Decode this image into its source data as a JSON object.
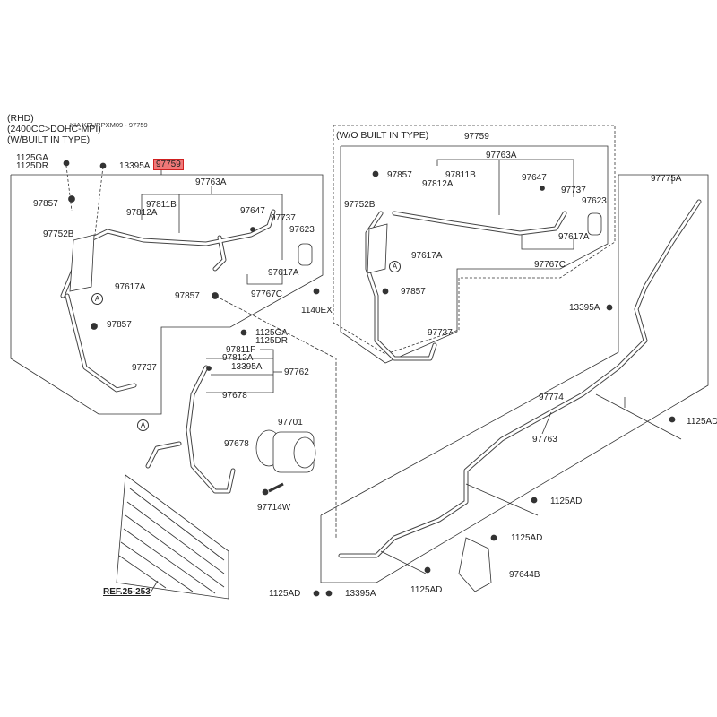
{
  "header": {
    "lines": [
      "(RHD)",
      "(2400CC>DOHC-MPI)",
      "(W/BUILT IN TYPE)"
    ],
    "watermark": "KIA KEURPXM09 - 97759",
    "highlighted_part": "97759",
    "highlight_color": "#f07878"
  },
  "left_group": {
    "labels": [
      "1125GA",
      "1125DR",
      "13395A",
      "97763A",
      "97811B",
      "97812A",
      "97647",
      "97737",
      "97623",
      "97857",
      "97752B",
      "97617A",
      "A",
      "97857",
      "97617A",
      "97767C",
      "97857",
      "1140EX",
      "1125GA",
      "1125DR"
    ]
  },
  "middle_group": {
    "labels": [
      "97737",
      "97811F",
      "97812A",
      "13395A",
      "97762",
      "97678",
      "97701",
      "97678",
      "97714W",
      "A"
    ],
    "ref": "REF.25-253"
  },
  "inset": {
    "title": "(W/O BUILT IN TYPE)",
    "labels": [
      "97759",
      "97763A",
      "97857",
      "97811B",
      "97812A",
      "97647",
      "97737",
      "97623",
      "97752B",
      "97617A",
      "97617A",
      "A",
      "97767C",
      "97857",
      "97737",
      "13395A"
    ]
  },
  "right_group": {
    "labels": [
      "97775A",
      "97774",
      "97763",
      "1125AD",
      "1125AD",
      "1125AD",
      "97644B",
      "1125AD",
      "13395A",
      "1125AD"
    ]
  }
}
